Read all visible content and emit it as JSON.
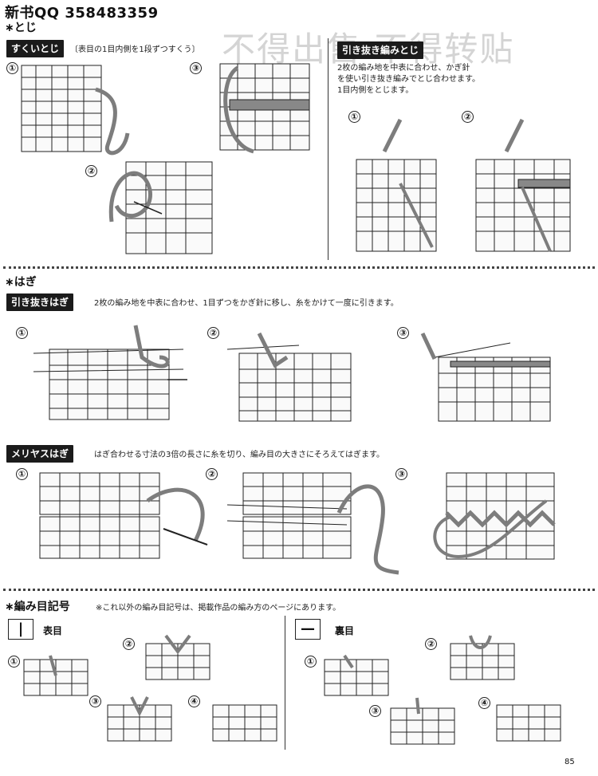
{
  "header": {
    "title": "新书QQ 358483359"
  },
  "watermark": "不得出售  不得转贴",
  "toji": {
    "section_label": "∗とじ",
    "sukui": {
      "label": "すくいとじ",
      "note": "〔表目の1目内側を1段ずつすくう〕",
      "steps": [
        "①",
        "②",
        "③"
      ]
    },
    "hikinuki_ami": {
      "label": "引き抜き編みとじ",
      "desc": [
        "2枚の編み地を中表に合わせ、かぎ針",
        "を使い引き抜き編みでとじ合わせます。",
        "1目内側をとじます。"
      ],
      "steps": [
        "①",
        "②"
      ]
    }
  },
  "hagi": {
    "section_label": "∗はぎ",
    "hikinuki_hagi": {
      "label": "引き抜きはぎ",
      "desc": "2枚の編み地を中表に合わせ、1目ずつをかぎ針に移し、糸をかけて一度に引きます。",
      "steps": [
        "①",
        "②",
        "③"
      ]
    },
    "meriyasu_hagi": {
      "label": "メリヤスはぎ",
      "desc": "はぎ合わせる寸法の3倍の長さに糸を切り、編み目の大きさにそろえてはぎます。",
      "steps": [
        "①",
        "②",
        "③"
      ]
    }
  },
  "kigou": {
    "section_label": "∗編み目記号",
    "note": "※これ以外の編み目記号は、掲載作品の編み方のページにあります。",
    "omote": {
      "symbol": "|",
      "label": "表目",
      "steps": [
        "①",
        "②",
        "③",
        "④"
      ]
    },
    "ura": {
      "symbol": "—",
      "label": "裏目",
      "steps": [
        "①",
        "②",
        "③",
        "④"
      ]
    }
  },
  "page_number": "85",
  "colors": {
    "yarn": "#7d7d7d",
    "ink": "#222222",
    "label_bg": "#1b1b1b"
  }
}
